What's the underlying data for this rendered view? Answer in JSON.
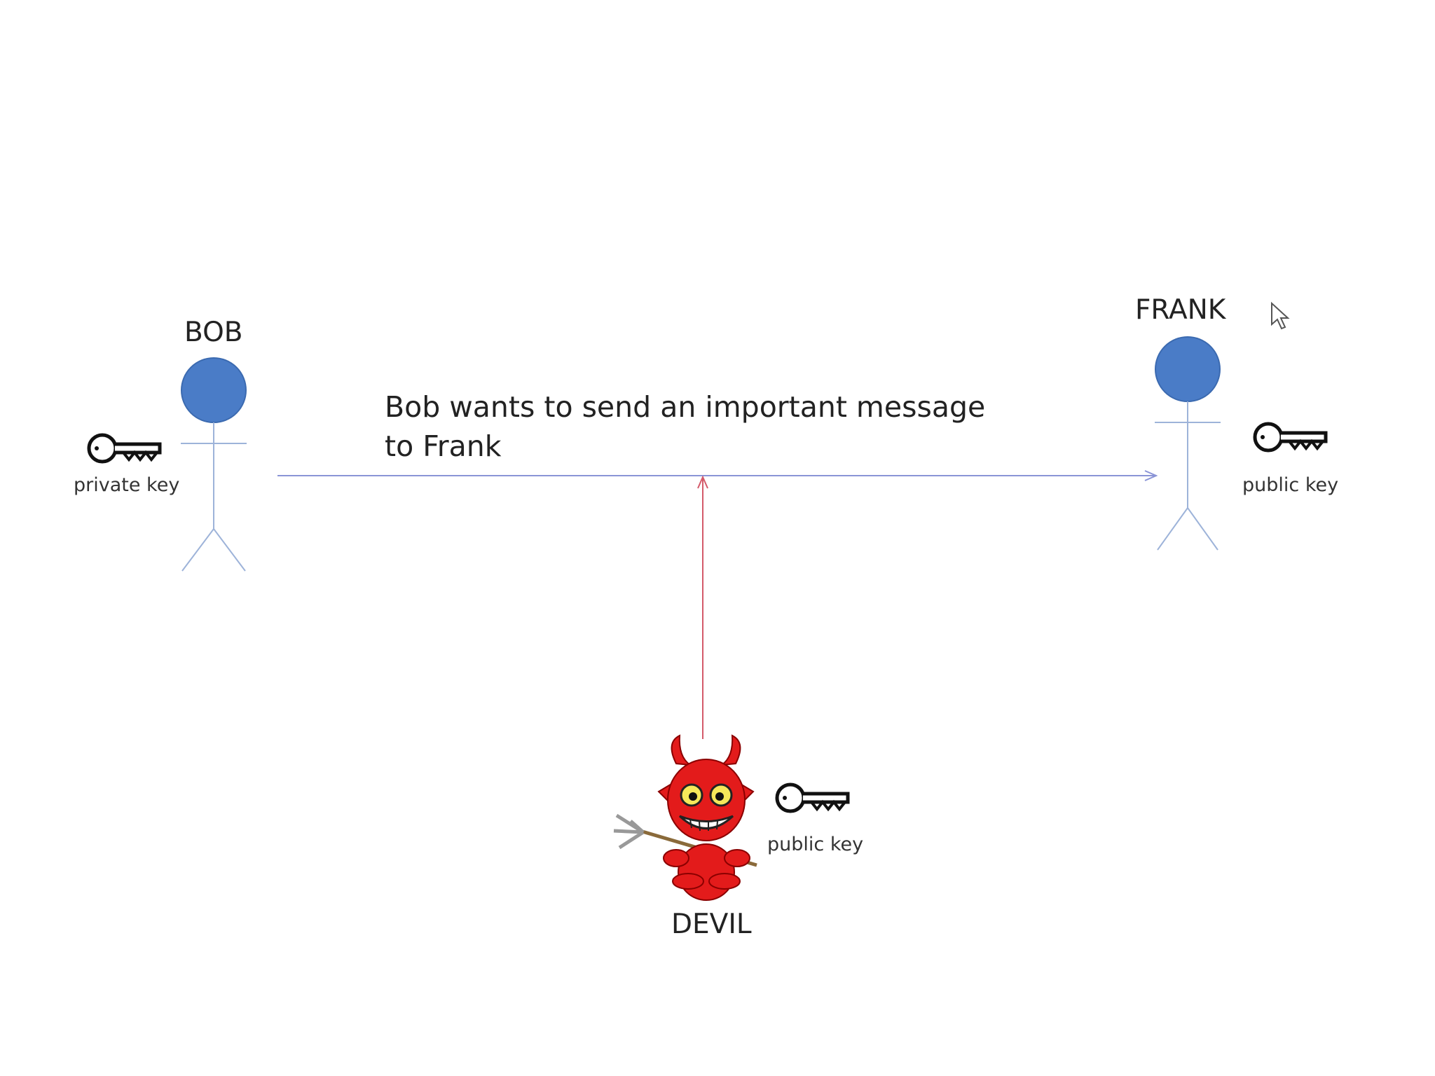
{
  "actors": {
    "bob": {
      "name": "BOB",
      "key_label": "private key"
    },
    "frank": {
      "name": "FRANK",
      "key_label": "public key"
    },
    "devil": {
      "name": "DEVIL",
      "key_label": "public key"
    }
  },
  "message": {
    "line1": "Bob wants to send an important message",
    "line2": "to Frank"
  },
  "colors": {
    "actor_head": "#4a7cc7",
    "actor_outline": "#3b6ab0",
    "body_line": "#9db3d9",
    "message_arrow": "#8a94d6",
    "intercept_arrow": "#d45a6a",
    "devil_red": "#e31b1b",
    "key": "#111111"
  },
  "icons": [
    "key-icon",
    "devil-icon",
    "cursor-icon"
  ]
}
